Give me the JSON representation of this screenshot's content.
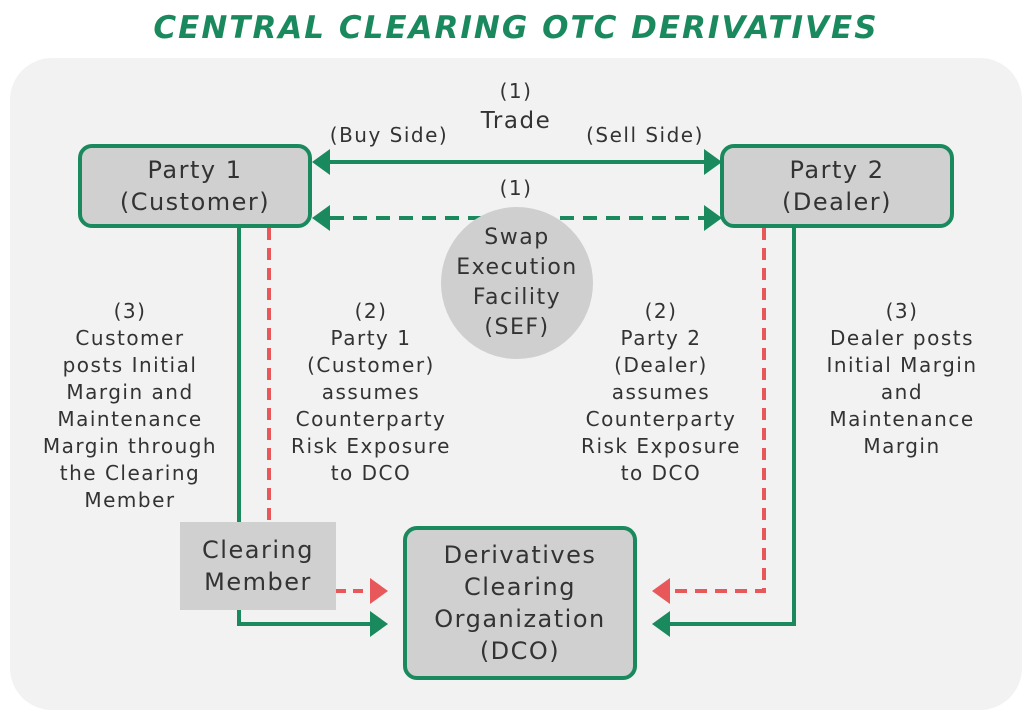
{
  "colors": {
    "green": "#1a8a5e",
    "red": "#e8585a",
    "box_fill": "#d0d0d1",
    "panel_fill": "#f2f2f2",
    "text": "#333333"
  },
  "title": "CENTRAL CLEARING OTC DERIVATIVES",
  "party1": {
    "line1": "Party 1",
    "line2": "(Customer)"
  },
  "party2": {
    "line1": "Party 2",
    "line2": "(Dealer)"
  },
  "dco": {
    "lines": [
      "Derivatives",
      "Clearing",
      "Organization",
      "(DCO)"
    ]
  },
  "clearing_member": {
    "line1": "Clearing",
    "line2": "Member"
  },
  "sef": {
    "lines": [
      "Swap",
      "Execution",
      "Facility",
      "(SEF)"
    ]
  },
  "trade": {
    "step": "(1)",
    "label": "Trade",
    "buy_side": "(Buy Side)",
    "sell_side": "(Sell Side)"
  },
  "sef_step": "(1)",
  "customer_margin": {
    "lines": [
      "(3)",
      "Customer",
      "posts Initial",
      "Margin and",
      "Maintenance",
      "Margin through",
      "the Clearing",
      "Member"
    ]
  },
  "party1_risk": {
    "lines": [
      "(2)",
      "Party 1",
      "(Customer)",
      "assumes",
      "Counterparty",
      "Risk Exposure",
      "to DCO"
    ]
  },
  "party2_risk": {
    "lines": [
      "(2)",
      "Party 2",
      "(Dealer)",
      "assumes",
      "Counterparty",
      "Risk Exposure",
      "to DCO"
    ]
  },
  "dealer_margin": {
    "lines": [
      "(3)",
      "Dealer posts",
      "Initial Margin",
      "and",
      "Maintenance",
      "Margin"
    ]
  }
}
